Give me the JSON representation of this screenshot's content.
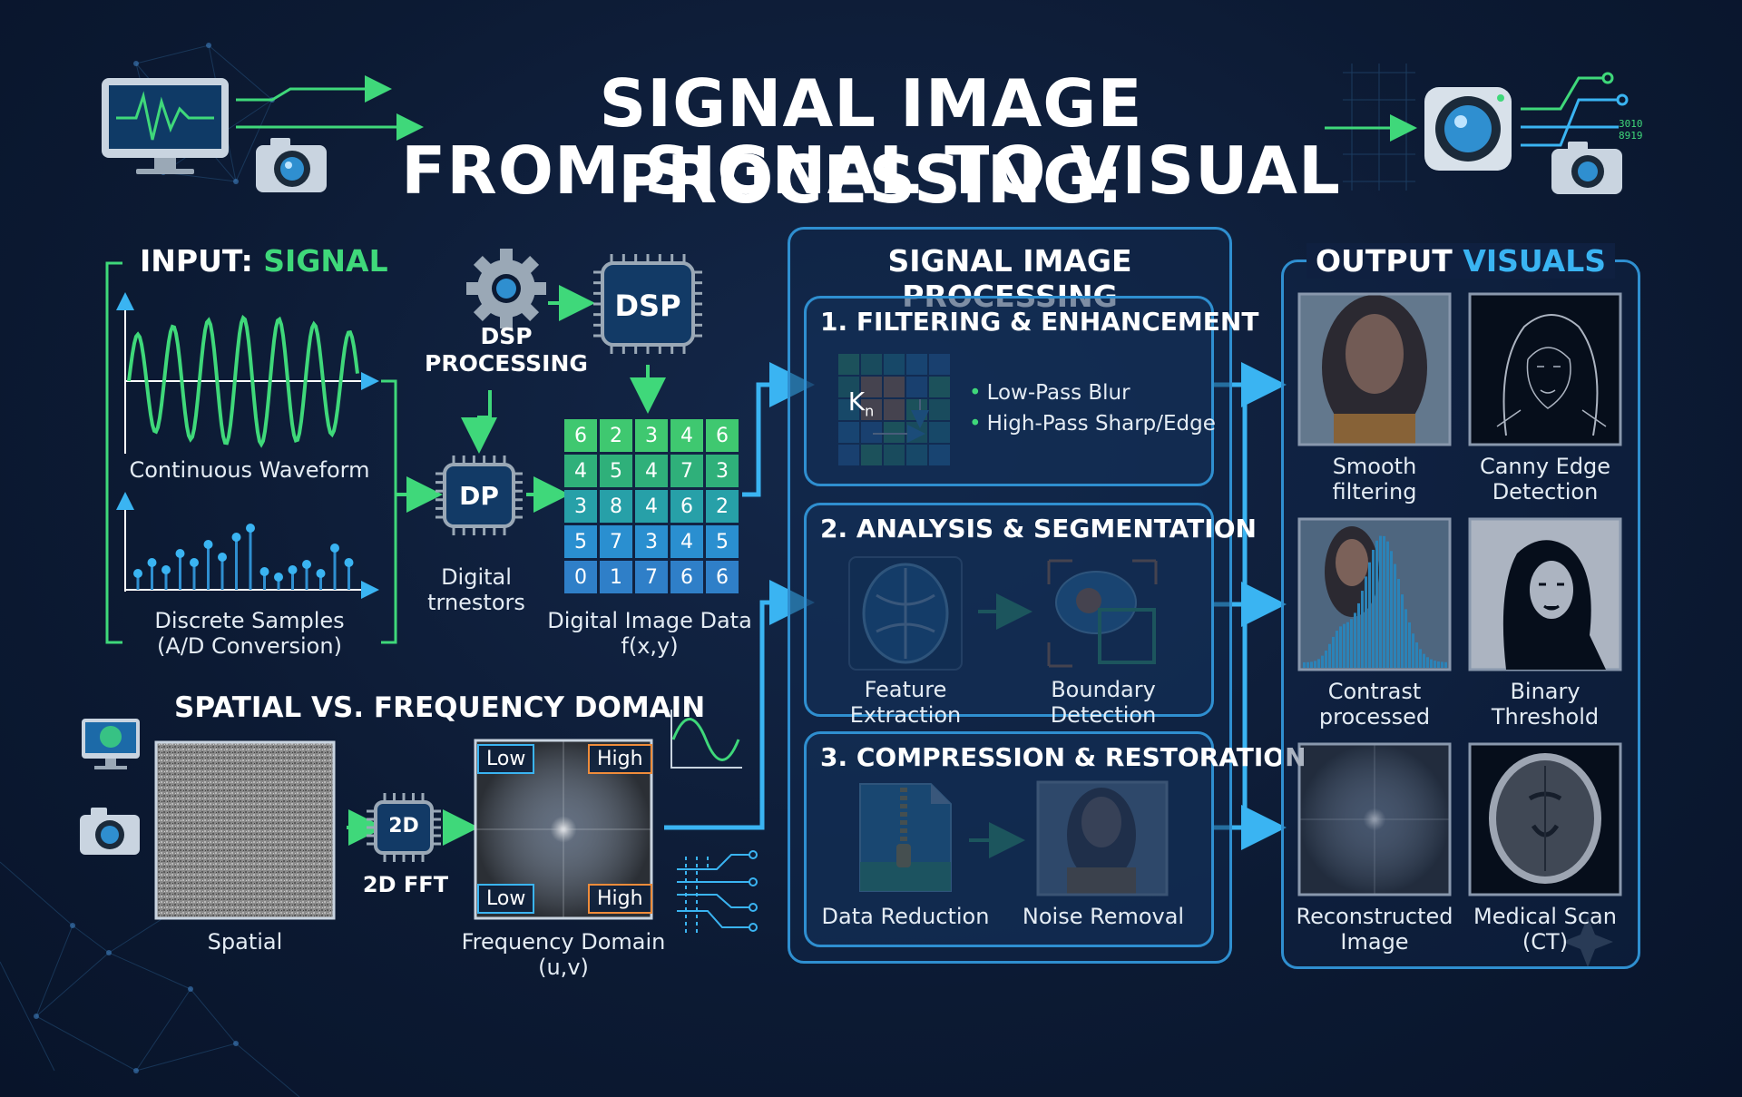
{
  "header": {
    "title_line1": "SIGNAL IMAGE PROCESSING:",
    "title_line2": "FROM SIGNAL TO VISUAL"
  },
  "input": {
    "title_prefix": "INPUT: ",
    "title_accent": "SIGNAL",
    "waveform_label": "Continuous Waveform",
    "samples_label_line1": "Discrete Samples",
    "samples_label_line2": "(A/D Conversion)"
  },
  "dsp": {
    "processing_line1": "DSP",
    "processing_line2": "PROCESSING",
    "chip_label": "DSP",
    "dp_chip_label": "DP",
    "digital_line1": "Digital",
    "digital_line2": "trnestors"
  },
  "digital_image": {
    "label_line1": "Digital Image Data",
    "label_line2": "f(x,y)",
    "rows": [
      [
        "6",
        "2",
        "3",
        "4",
        "6"
      ],
      [
        "4",
        "5",
        "4",
        "7",
        "3"
      ],
      [
        "3",
        "8",
        "4",
        "6",
        "2"
      ],
      [
        "5",
        "7",
        "3",
        "4",
        "5"
      ],
      [
        "0",
        "1",
        "7",
        "6",
        "6"
      ]
    ]
  },
  "domain": {
    "title": "SPATIAL VS. FREQUENCY DOMAIN",
    "spatial_label": "Spatial",
    "fft_chip": "2D",
    "fft_label": "2D FFT",
    "freq_label_line1": "Frequency Domain",
    "freq_label_line2": "(u,v)",
    "q_low": "Low",
    "q_high": "High"
  },
  "processing": {
    "title": "SIGNAL IMAGE PROCESSING",
    "step1": {
      "title": "1. FILTERING & ENHANCEMENT",
      "kernel": "K",
      "kernel_sub": "n",
      "bullet1": "Low-Pass Blur",
      "bullet2": "High-Pass Sharp/Edge"
    },
    "step2": {
      "title": "2. ANALYSIS & SEGMENTATION",
      "left_label": "Feature Extraction",
      "right_label": "Boundary Detection"
    },
    "step3": {
      "title": "3. COMPRESSION & RESTORATION",
      "left_label": "Data Reduction",
      "right_label": "Noise Removal"
    }
  },
  "output": {
    "title_prefix": "OUTPUT ",
    "title_accent": "VISUALS",
    "items": [
      {
        "line1": "Smooth",
        "line2": "filtering"
      },
      {
        "line1": "Canny Edge",
        "line2": "Detection"
      },
      {
        "line1": "Contrast",
        "line2": "processed"
      },
      {
        "line1": "Binary",
        "line2": "Threshold"
      },
      {
        "line1": "Reconstructed",
        "line2": "Image"
      },
      {
        "line1": "Medical Scan",
        "line2": "(CT)"
      }
    ]
  },
  "decor": {
    "binary_text_line1": "3010",
    "binary_text_line2": "8919"
  },
  "colors": {
    "background": "#0c1a33",
    "accent_green": "#3fd87a",
    "accent_blue": "#3ab4f2",
    "panel_border": "#2f8fd0"
  }
}
